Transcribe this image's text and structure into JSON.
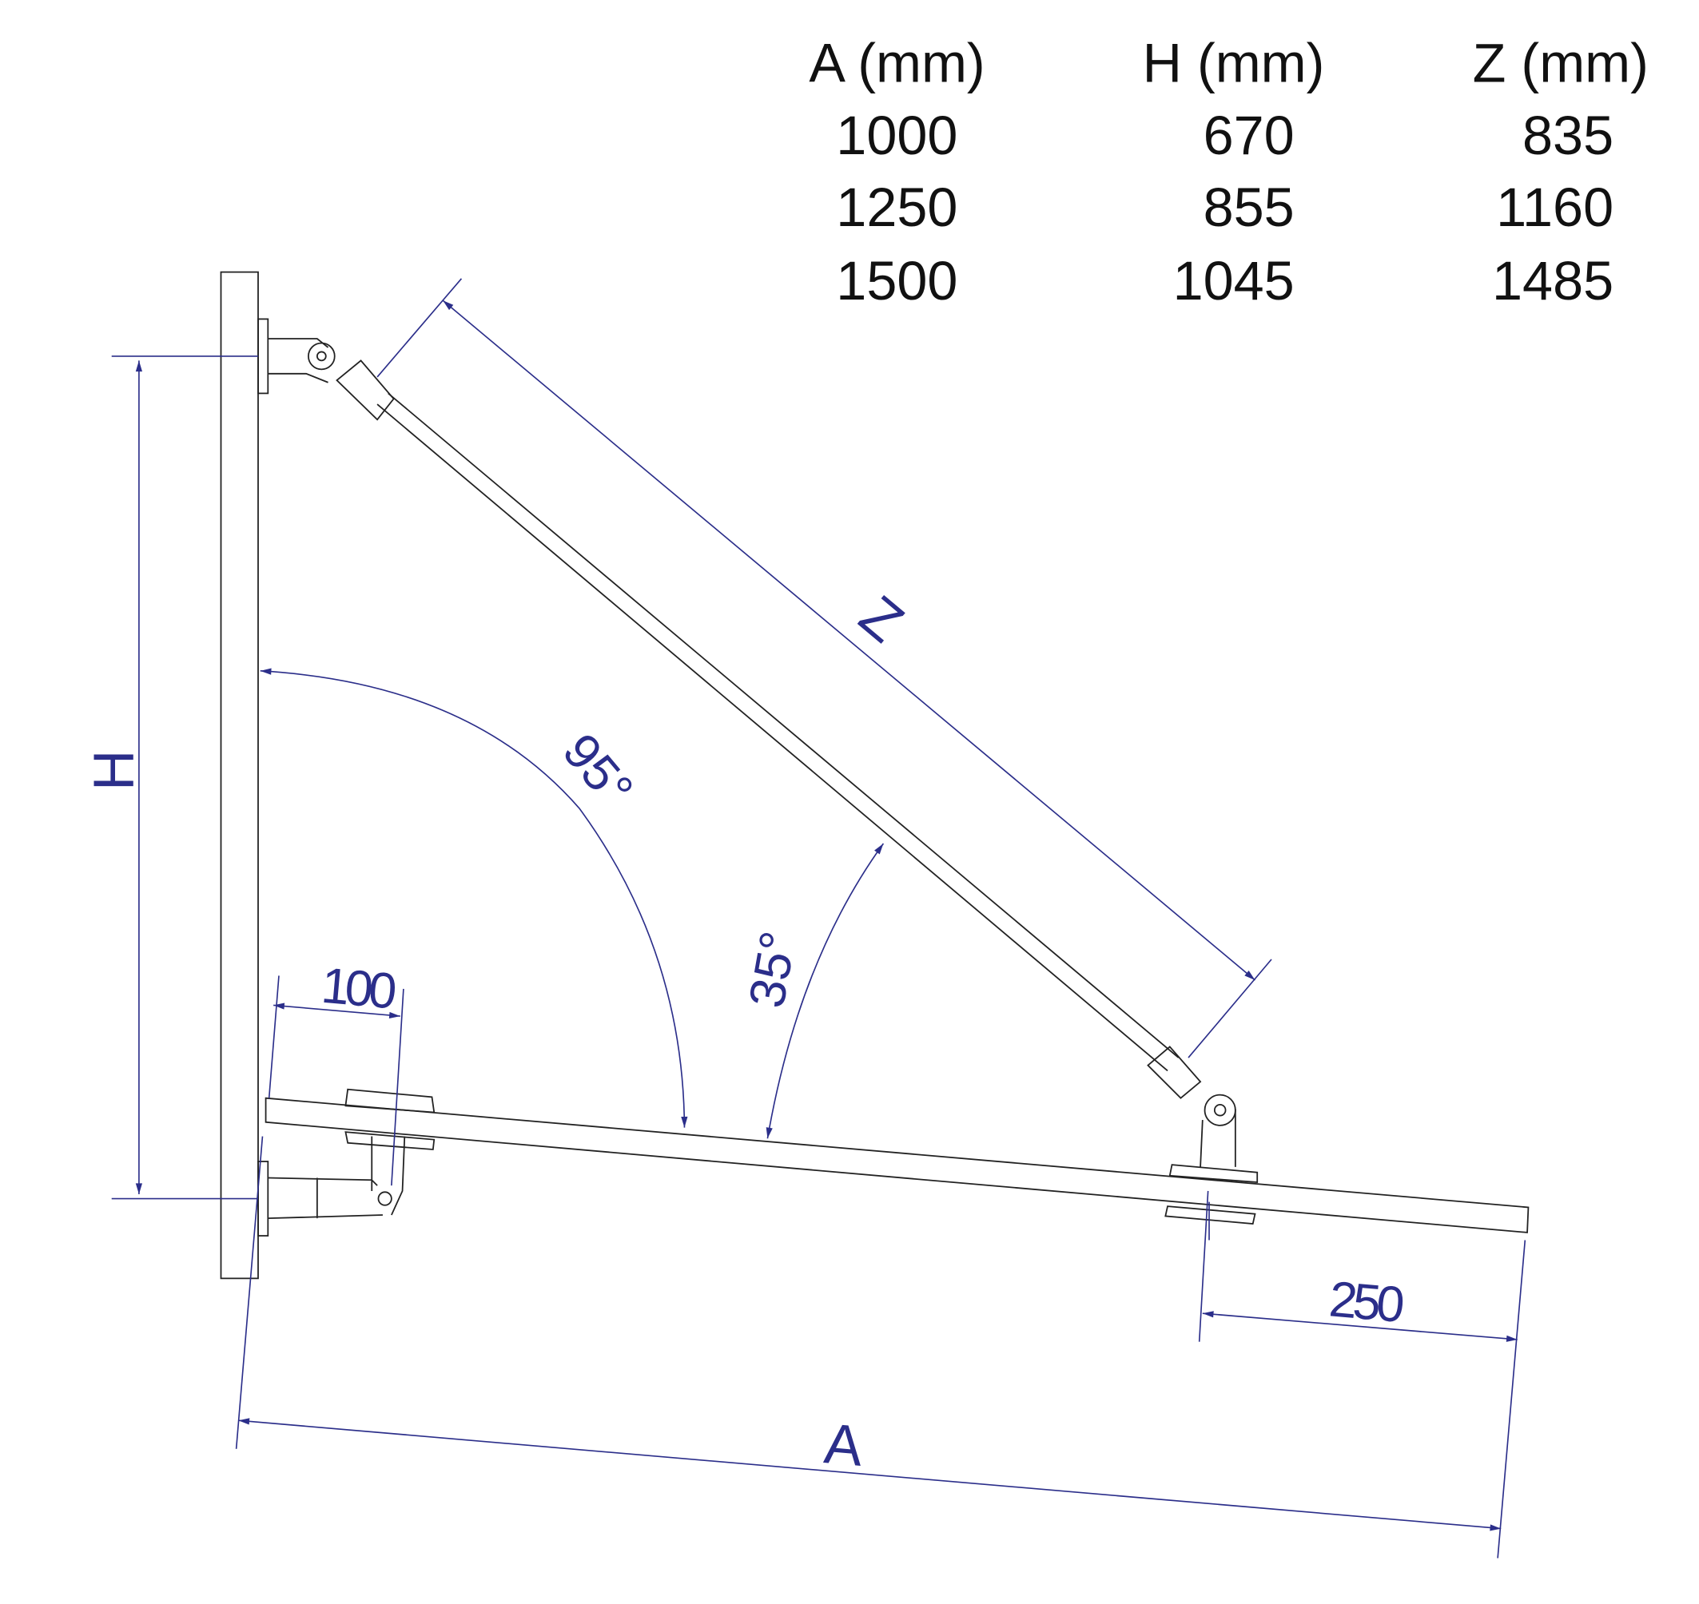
{
  "table": {
    "headers": [
      "A (mm)",
      "H (mm)",
      "Z (mm)"
    ],
    "rows": [
      [
        "1000",
        "670",
        "835"
      ],
      [
        "1250",
        "855",
        "1160"
      ],
      [
        "1500",
        "1045",
        "1485"
      ]
    ]
  },
  "dimensions": {
    "a_label": "A",
    "h_label": "H",
    "z_label": "Z",
    "angle_95": "95°",
    "angle_35": "35°",
    "offset_100": "100",
    "offset_250": "250"
  },
  "colors": {
    "dimension": "#2b2e8a",
    "drawing": "#222222"
  }
}
